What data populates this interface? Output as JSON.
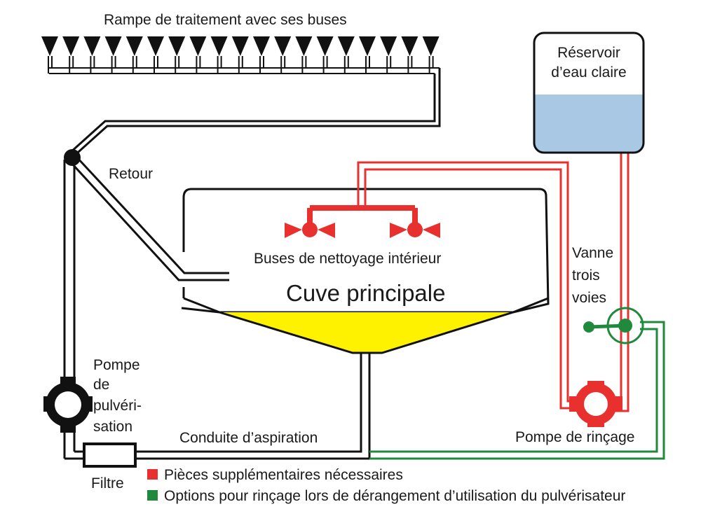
{
  "labels": {
    "rampe": "Rampe de traitement avec ses buses",
    "retour": "Retour",
    "buses_nettoyage": "Buses de nettoyage intérieur",
    "cuve": "Cuve principale",
    "reservoir_l1": "Réservoir",
    "reservoir_l2": "d’eau claire",
    "vanne_l1": "Vanne",
    "vanne_l2": "trois",
    "vanne_l3": "voies",
    "pompe_pulv_l1": "Pompe",
    "pompe_pulv_l2": "de",
    "pompe_pulv_l3": "pulvéri-",
    "pompe_pulv_l4": "sation",
    "conduite": "Conduite d’aspiration",
    "pompe_rincage": "Pompe de rinçage",
    "filtre": "Filtre"
  },
  "legend": [
    {
      "color": "#e8312f",
      "text": "Pièces supplémentaires nécessaires"
    },
    {
      "color": "#1f8a3c",
      "text": "Options pour rinçage lors de dérangement d’utilisation du pulvérisateur"
    }
  ],
  "colors": {
    "black_pipe": "#111111",
    "red_pipe": "#e8312f",
    "green_pipe": "#1f8a3c",
    "liquid": "#fff200",
    "water": "#a8c8e4"
  },
  "nozzle_count": 19
}
